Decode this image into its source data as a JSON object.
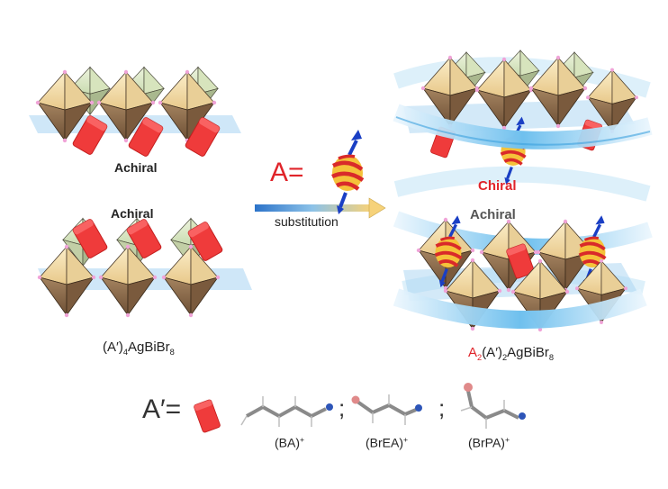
{
  "labels": {
    "achiral_top": "Achiral",
    "achiral_bottom": "Achiral",
    "achiral_right": "Achiral",
    "chiral": "Chiral",
    "a_equals": "A=",
    "substitution": "substitution",
    "aprime_equals": "A′=",
    "sep1": ";",
    "sep2": ";"
  },
  "formula_left": {
    "p1": "(A′)",
    "s1": "4",
    "p2": "AgBiBr",
    "s2": "8"
  },
  "formula_right": {
    "a": "A",
    "as": "2",
    "p1": "(A′)",
    "s1": "2",
    "p2": "AgBiBr",
    "s2": "8"
  },
  "molecules": [
    {
      "base": "(BA)",
      "charge": "+"
    },
    {
      "base": "(BrEA)",
      "charge": "+"
    },
    {
      "base": "(BrPA)",
      "charge": "+"
    }
  ],
  "colors": {
    "octa_tan": "#f2d9a4",
    "octa_green": "#dbe7c4",
    "octa_brown": "#8b6a4c",
    "cation_red": "#ef3b3b",
    "plane_blue": "#a8d4f2",
    "helix_blue": "#5bb6e8",
    "chiral_red": "#e0242a"
  }
}
